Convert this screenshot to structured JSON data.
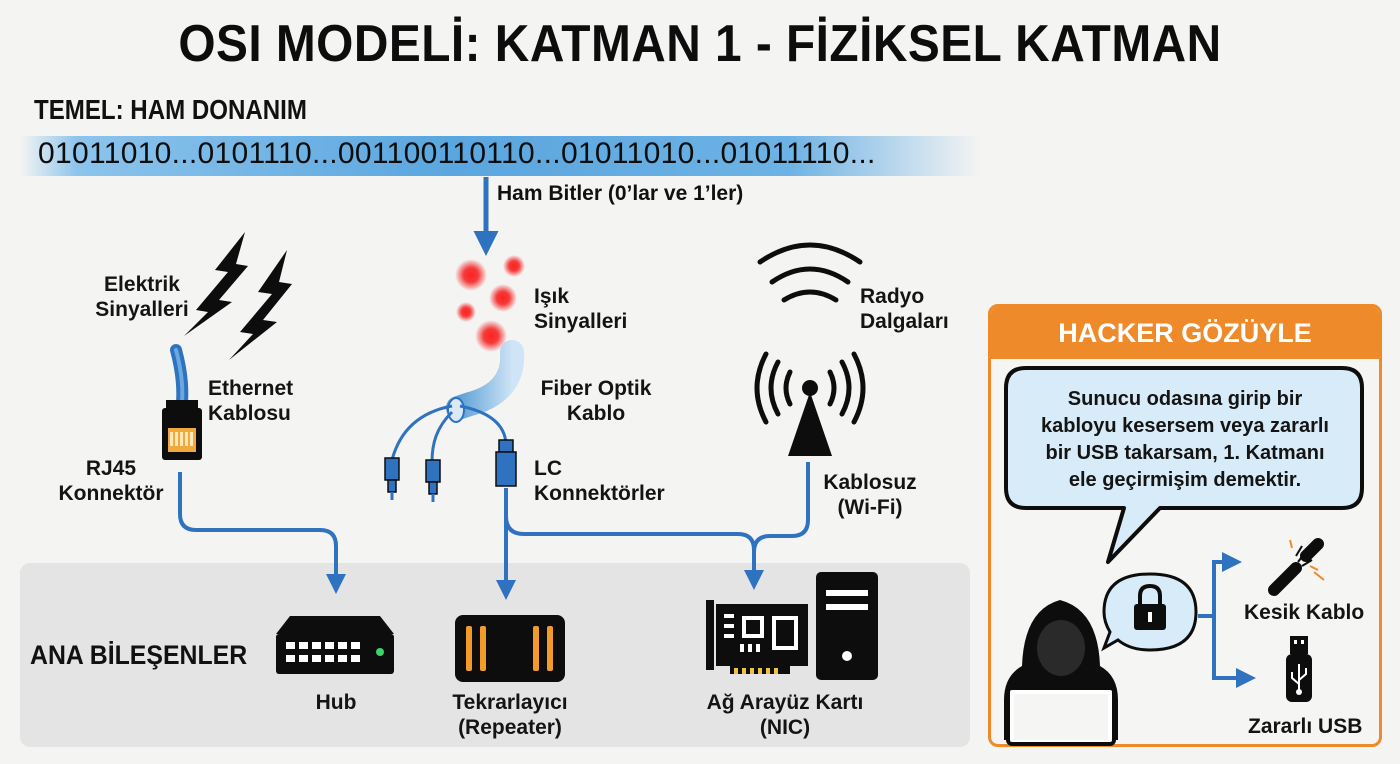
{
  "title": "OSI MODELİ: KATMAN 1 - FİZİKSEL KATMAN",
  "foundation": {
    "label": "TEMEL: HAM DONANIM",
    "bits": "01011010...0101110...001100110110...01011010...01011110...",
    "bits_caption": "Ham Bitler (0’lar ve 1’ler)"
  },
  "media": {
    "electric_signals": [
      "Elektrik",
      "Sinyalleri"
    ],
    "ethernet_cable": [
      "Ethernet",
      "Kablosu"
    ],
    "rj45": [
      "RJ45",
      "Konnektör"
    ],
    "light_signals": [
      "Işık",
      "Sinyalleri"
    ],
    "fiber_cable": [
      "Fiber Optik",
      "Kablo"
    ],
    "lc_connectors": [
      "LC",
      "Konnektörler"
    ],
    "radio_waves": [
      "Radyo",
      "Dalgaları"
    ],
    "wireless": [
      "Kablosuz",
      "(Wi-Fi)"
    ]
  },
  "components": {
    "title": "ANA BİLEŞENLER",
    "hub": "Hub",
    "repeater": [
      "Tekrarlayıcı",
      "(Repeater)"
    ],
    "nic": [
      "Ağ Arayüz Kartı",
      "(NIC)"
    ]
  },
  "hacker": {
    "title": "HACKER GÖZÜYLE",
    "quote": [
      "Sunucu odasına girip bir",
      "kabloyu kesersem veya zararlı",
      "bir USB takarsam, 1. Katmanı",
      "ele geçirmişim demektir."
    ],
    "cut_cable": "Kesik Kablo",
    "malicious_usb": "Zararlı USB"
  },
  "colors": {
    "flow_blue": "#2f72c0",
    "accent_orange": "#ee8a2a",
    "bubble_fill": "#d8ebf8",
    "light_red": "#f22a2a"
  }
}
